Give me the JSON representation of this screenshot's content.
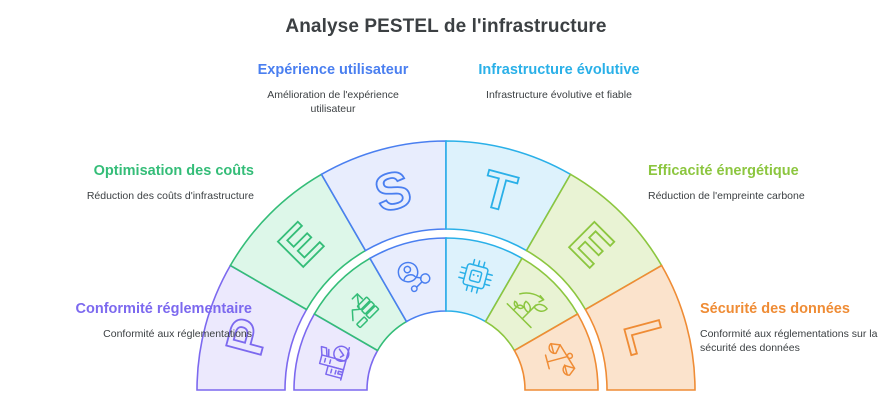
{
  "title": "Analyse PESTEL de l'infrastructure",
  "colors": {
    "purple": "#7c69ef",
    "purple_fill": "#ece9fd",
    "green": "#34bd78",
    "green_fill": "#ddf7e9",
    "blue": "#4a7ff0",
    "blue_fill": "#e8edfd",
    "cyan": "#2ab0e8",
    "cyan_fill": "#ddf2fc",
    "lime": "#8cc63f",
    "lime_fill": "#e9f3d4",
    "orange": "#ef8c35",
    "orange_fill": "#fbe3cc",
    "title_text": "#3c4043",
    "body_text": "#3c4043"
  },
  "segments": [
    {
      "letter": "P",
      "color_key": "purple",
      "icon": "building-check-icon",
      "heading": "Conformité réglementaire",
      "subtitle": "Conformité aux réglementations"
    },
    {
      "letter": "E",
      "color_key": "green",
      "icon": "growth-chart-coins-icon",
      "heading": "Optimisation des coûts",
      "subtitle": "Réduction des coûts d'infrastructure"
    },
    {
      "letter": "S",
      "color_key": "blue",
      "icon": "user-network-icon",
      "heading": "Expérience utilisateur",
      "subtitle": "Amélioration de l'expérience utilisateur"
    },
    {
      "letter": "T",
      "color_key": "cyan",
      "icon": "microchip-icon",
      "heading": "Infrastructure évolutive",
      "subtitle": "Infrastructure évolutive et fiable"
    },
    {
      "letter": "E",
      "color_key": "lime",
      "icon": "growing-plant-icon",
      "heading": "Efficacité énergétique",
      "subtitle": "Réduction de l'empreinte carbone"
    },
    {
      "letter": "L",
      "color_key": "orange",
      "icon": "scales-balance-icon",
      "heading": "Sécurité des données",
      "subtitle": "Conformité aux réglementations sur la sécurité des données"
    }
  ]
}
